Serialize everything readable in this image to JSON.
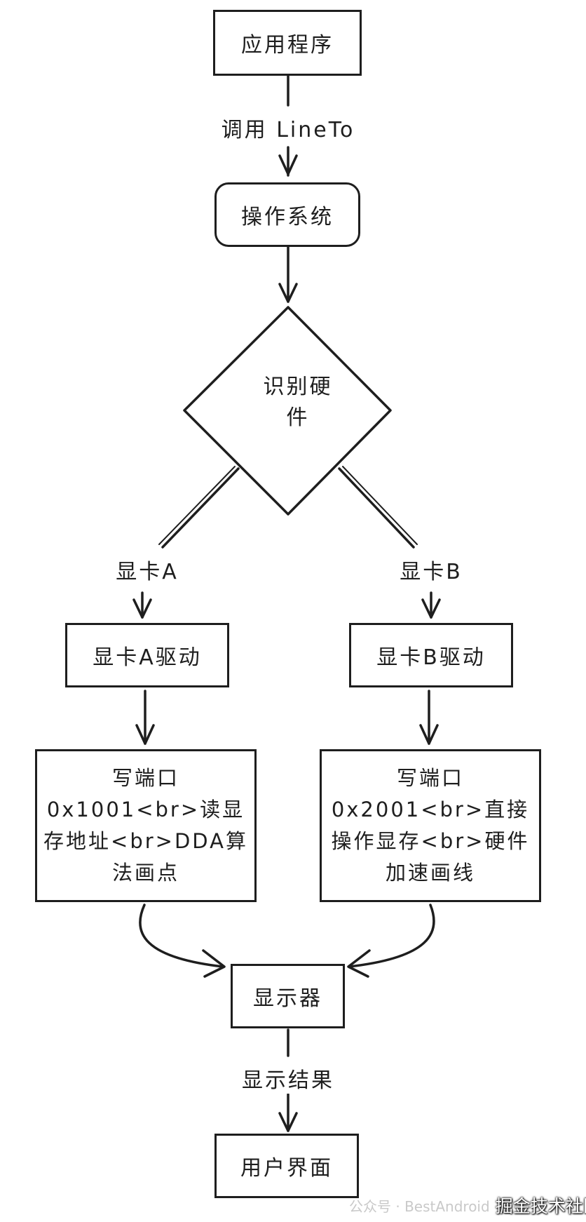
{
  "nodes": {
    "app": "应用程序",
    "os": "操作系统",
    "decision": "识别硬件",
    "driver_a": "显卡A驱动",
    "driver_b": "显卡B驱动",
    "action_a_lines": [
      "写端口",
      "0x1001<br>读显存地址<br>DDA算法画点"
    ],
    "action_b_lines": [
      "写端口",
      "0x2001<br>直接操作显存<br>硬件加速画线"
    ],
    "display": "显示器",
    "ui": "用户界面"
  },
  "edge_labels": {
    "call_lineto": "调用 LineTo",
    "gpu_a": "显卡A",
    "gpu_b": "显卡B",
    "show_result": "显示结果"
  },
  "watermark": {
    "main": "掘金技术社区 @ 圣火喵喵教",
    "secondary": "公众号 · BestAndroid"
  },
  "colors": {
    "stroke": "#1e1e1e",
    "background": "#ffffff"
  }
}
